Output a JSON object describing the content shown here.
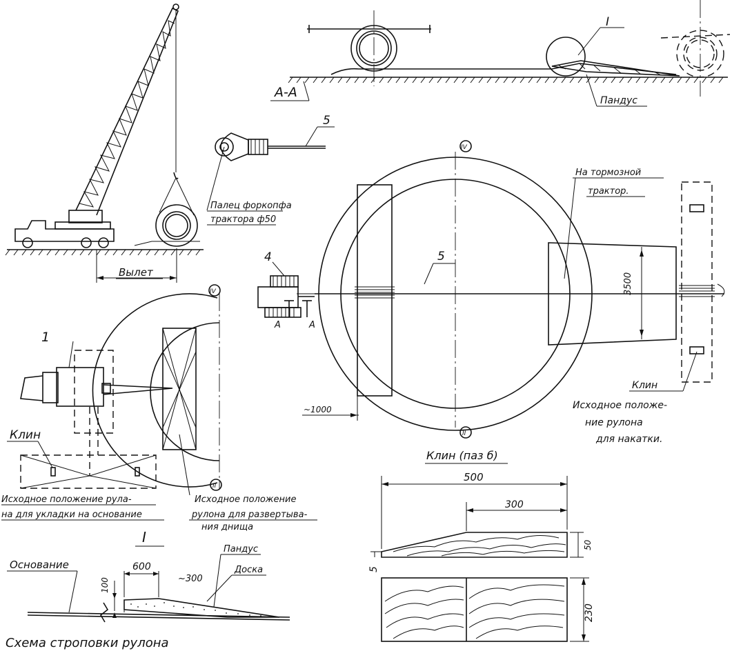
{
  "labels": {
    "section_aa": "А-А",
    "ramp_top": "Пандус",
    "ramp_bottom": "Пандус",
    "callout_1": "1",
    "callout_4": "4",
    "callout_5_top": "5",
    "callout_5_mid": "5",
    "callout_I_top": "I",
    "callout_I_detail": "I",
    "marker_A_left": "A",
    "marker_A_right": "A",
    "roman_IV_left": "IV",
    "roman_II_left": "II",
    "roman_IV_right": "IV",
    "roman_II_right": "II",
    "vylet": "Вылет",
    "hitch_pin_line1": "Палец форкопфа",
    "hitch_pin_line2": "трактора ф50",
    "brake_tractor_line1": "На тормозной",
    "brake_tractor_line2": "трактор.",
    "wedge_left": "Клин",
    "wedge_right": "Клин",
    "wedge_groove": "Клин (паз б)",
    "start_pos_lay_line1": "Исходное положение рула-",
    "start_pos_lay_line2": "на для укладки на основание",
    "start_pos_unroll_line1": "Исходное положение",
    "start_pos_unroll_line2": "рулона для развертыва-",
    "start_pos_unroll_line3": "ния днища",
    "start_pos_roll_line1": "Исходное положе-",
    "start_pos_roll_line2": "ние рулона",
    "start_pos_roll_line3": "для накатки.",
    "base": "Основание",
    "board": "Доска",
    "bottom_caption": "Схема строповки рулона"
  },
  "dimensions": {
    "d3500": "3500",
    "d1000": "~1000",
    "d500": "500",
    "d300": "300",
    "d50": "50",
    "d5": "5",
    "d230": "230",
    "d600": "600",
    "d300b": "~300",
    "d100": "100"
  }
}
